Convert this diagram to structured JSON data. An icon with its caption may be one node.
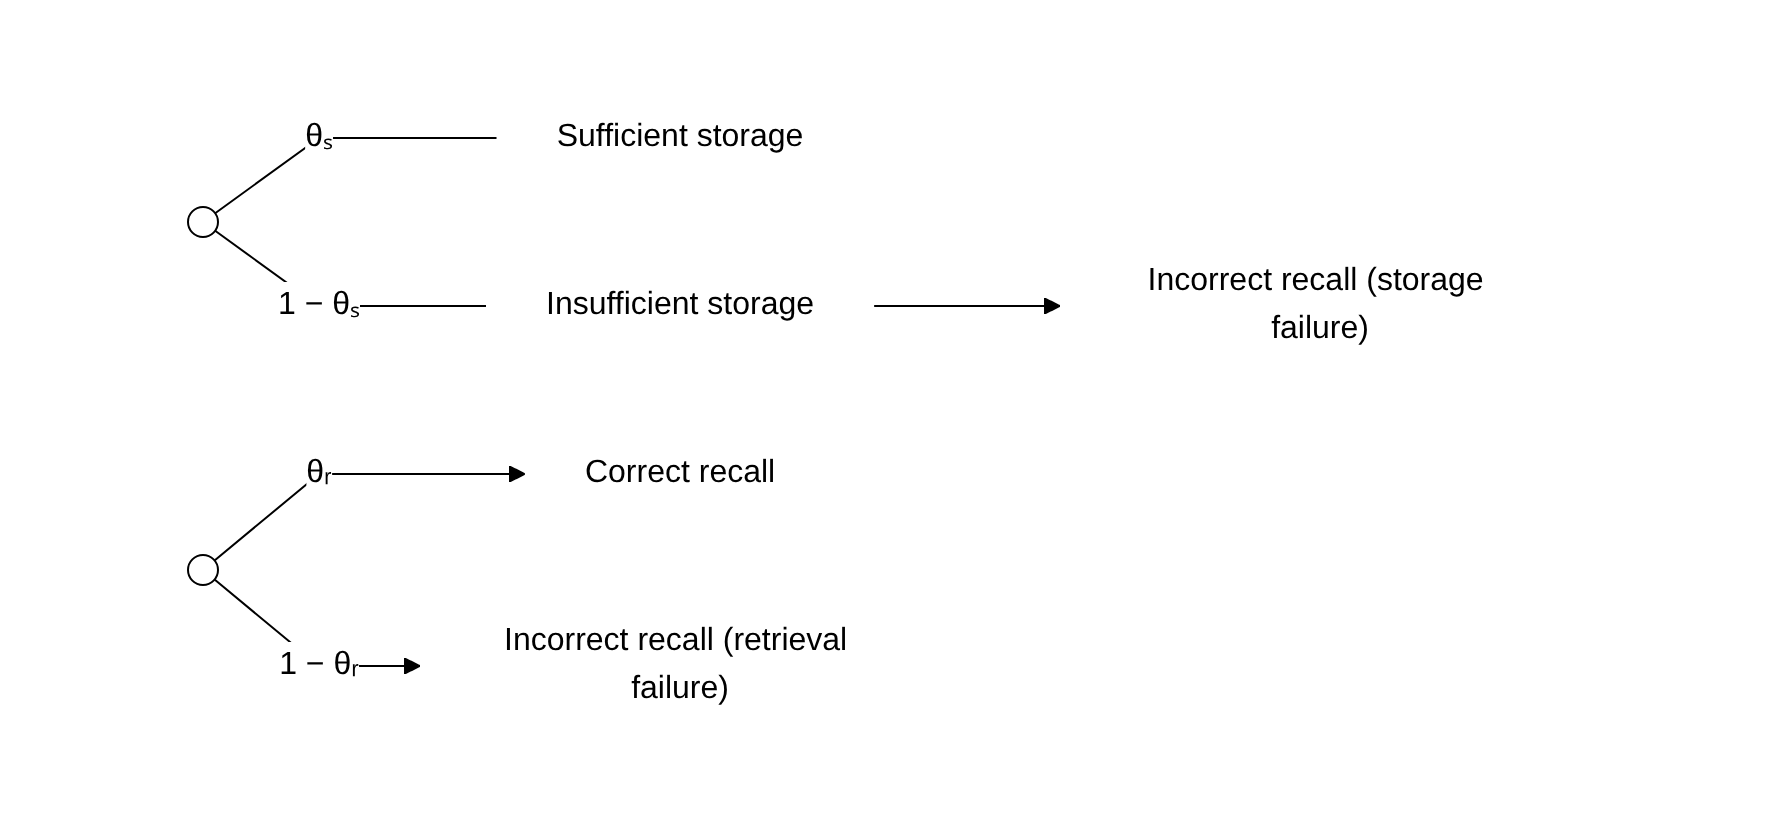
{
  "diagram": {
    "nodes": [
      {
        "text": [],
        "shape": "circle"
      },
      {
        "text": [
          "Sufficient storage"
        ]
      },
      {
        "text": [
          "Insufficient storage"
        ]
      },
      {
        "text": [],
        "shape": "circle"
      },
      {
        "text": [
          "Correct recall"
        ]
      },
      {
        "text": [
          "Incorrect recall (retrieval failure)"
        ]
      },
      {
        "text": [
          "Incorrect recall (storage failure)"
        ]
      }
    ],
    "edges": [
      {
        "from": 0,
        "to": 1,
        "arrow": "none",
        "label": "θₛ"
      },
      {
        "from": 0,
        "to": 2,
        "arrow": "none",
        "label": "1 − θₛ"
      },
      {
        "from": 3,
        "to": 4,
        "arrow": "to",
        "label": "θᵣ"
      },
      {
        "from": 3,
        "to": 5,
        "arrow": "to",
        "label": "1 − θᵣ"
      },
      {
        "from": 2,
        "to": 6,
        "arrow": "to"
      }
    ]
  }
}
